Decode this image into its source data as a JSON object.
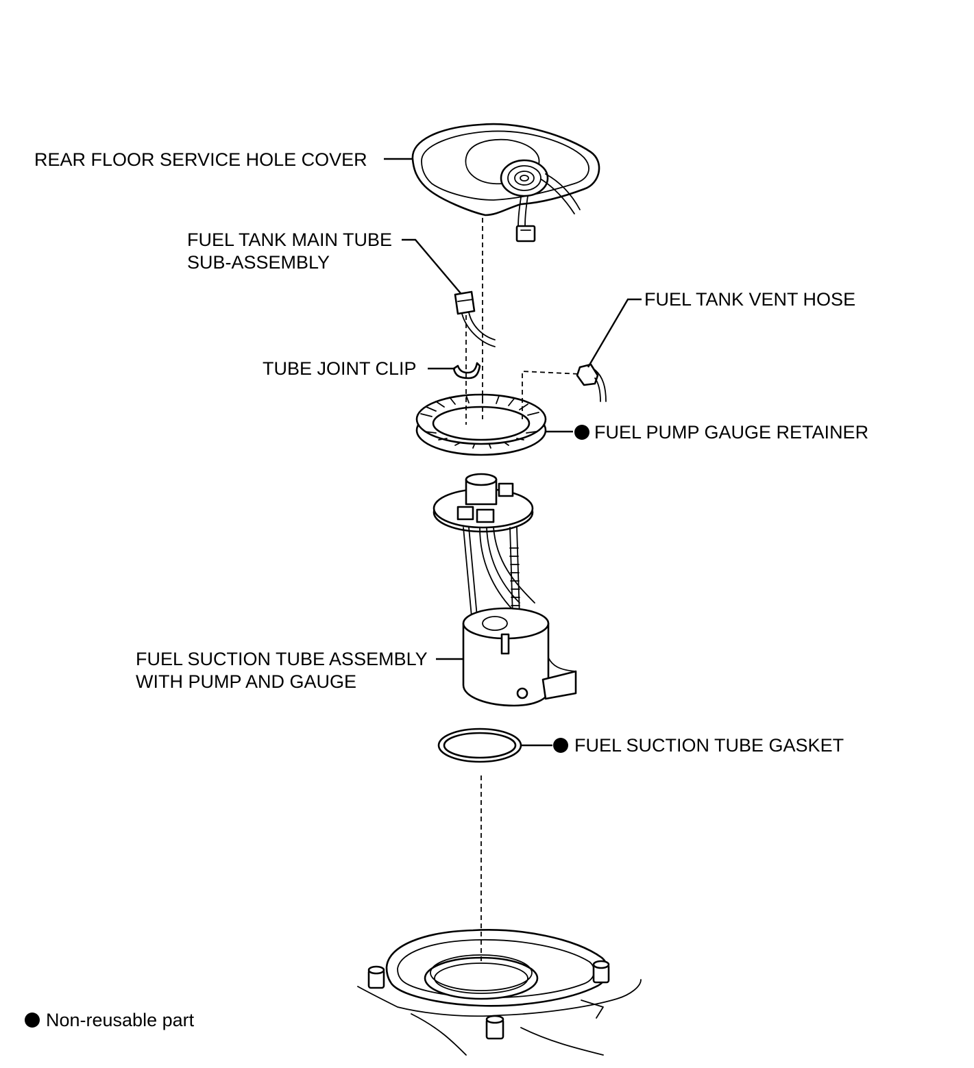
{
  "labels": {
    "rear_floor_service_hole_cover": "REAR FLOOR SERVICE HOLE COVER",
    "fuel_tank_main_tube_line1": "FUEL TANK MAIN TUBE",
    "fuel_tank_main_tube_line2": "SUB-ASSEMBLY",
    "fuel_tank_vent_hose": "FUEL TANK VENT HOSE",
    "tube_joint_clip": "TUBE JOINT CLIP",
    "fuel_pump_gauge_retainer": "FUEL PUMP GAUGE RETAINER",
    "fuel_suction_tube_assembly_line1": "FUEL SUCTION TUBE ASSEMBLY",
    "fuel_suction_tube_assembly_line2": "WITH PUMP AND GAUGE",
    "fuel_suction_tube_gasket": "FUEL SUCTION TUBE GASKET"
  },
  "legend": {
    "non_reusable_part": "Non-reusable part"
  },
  "non_reusable_parts": [
    "fuel_pump_gauge_retainer",
    "fuel_suction_tube_gasket"
  ]
}
